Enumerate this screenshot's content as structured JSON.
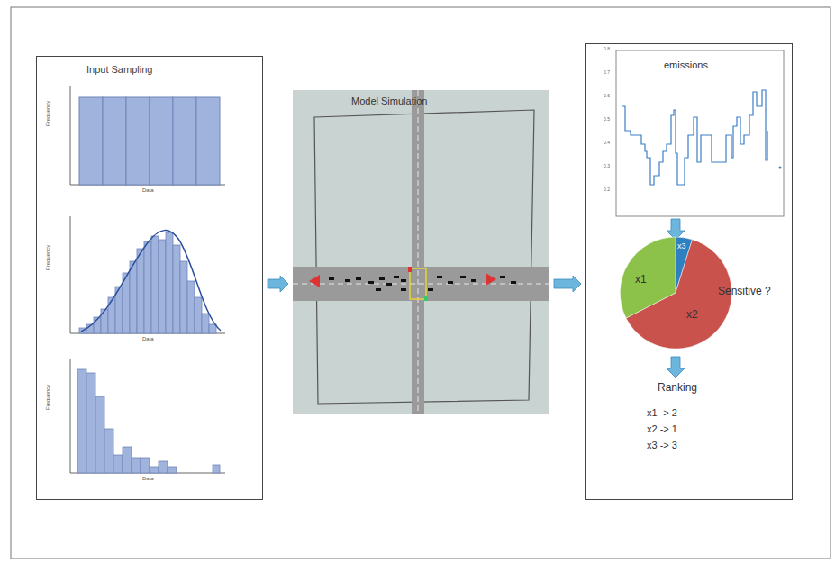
{
  "diagram": {
    "nodes": [
      {
        "text": [
          "Input Sampling"
        ]
      },
      {
        "text": [
          "Model Simulation"
        ]
      },
      {
        "text": [
          "Sensitive ?"
        ]
      }
    ],
    "edges": [
      {
        "from": 0,
        "to": 1,
        "arrow": "to"
      },
      {
        "from": 1,
        "to": 2,
        "arrow": "to"
      }
    ],
    "labels": [
      "emissions",
      "x3",
      "x1",
      "x2",
      "Ranking",
      "x1 -> 2",
      "x2 -> 1",
      "x3 -> 3",
      "0.8",
      "0.7",
      "0.6",
      "0.5",
      "0.4",
      "0.3",
      "0.2",
      "Data",
      "Frequency",
      "Data",
      "Frequency",
      "Data",
      "Frequency"
    ]
  }
}
